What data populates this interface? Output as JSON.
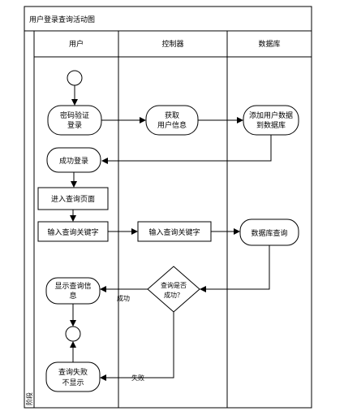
{
  "diagram": {
    "title": "用户登录查询活动图",
    "side_label": "阶段",
    "lanes": [
      "用户",
      "控制器",
      "数据库"
    ],
    "nodes": {
      "verify": [
        "密码验证",
        "登录"
      ],
      "fetch": [
        "获取",
        "用户信息"
      ],
      "add_user": [
        "添加用户数据",
        "到数据库"
      ],
      "login_ok": "成功登录",
      "enter_page": "进入查询页面",
      "input_kw_user": "输入查询关键字",
      "input_kw_ctrl": "输入查询关键字",
      "db_query": "数据库查询",
      "decision": [
        "查询是否",
        "成功？"
      ],
      "show_info": [
        "显示查询信",
        "息"
      ],
      "fail_show": [
        "查询失败",
        "不显示"
      ]
    },
    "edges": {
      "success": "成功",
      "fail": "失败"
    }
  }
}
